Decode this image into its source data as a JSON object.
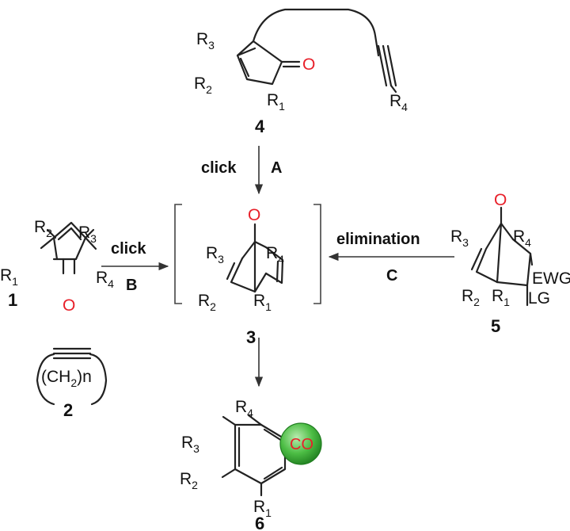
{
  "compounds": {
    "c1": "1",
    "c2": "2",
    "c3": "3",
    "c4": "4",
    "c5": "5",
    "c6": "6"
  },
  "atoms": {
    "R": "R",
    "s1": "1",
    "s2": "2",
    "s3": "3",
    "s4": "4",
    "O": "O",
    "CH": "(CH",
    "ch_sub": "2",
    "n": ")n",
    "EWG": "EWG",
    "LG": "LG"
  },
  "arrows": {
    "A": {
      "reagent": "click",
      "label": "A"
    },
    "B": {
      "reagent": "click",
      "label": "B"
    },
    "C": {
      "reagent": "elimination",
      "label": "C"
    }
  },
  "byproduct": {
    "text": "CO",
    "color": "#2fa82f"
  },
  "colors": {
    "oxygen": "#e8202a",
    "bond": "#222222"
  }
}
